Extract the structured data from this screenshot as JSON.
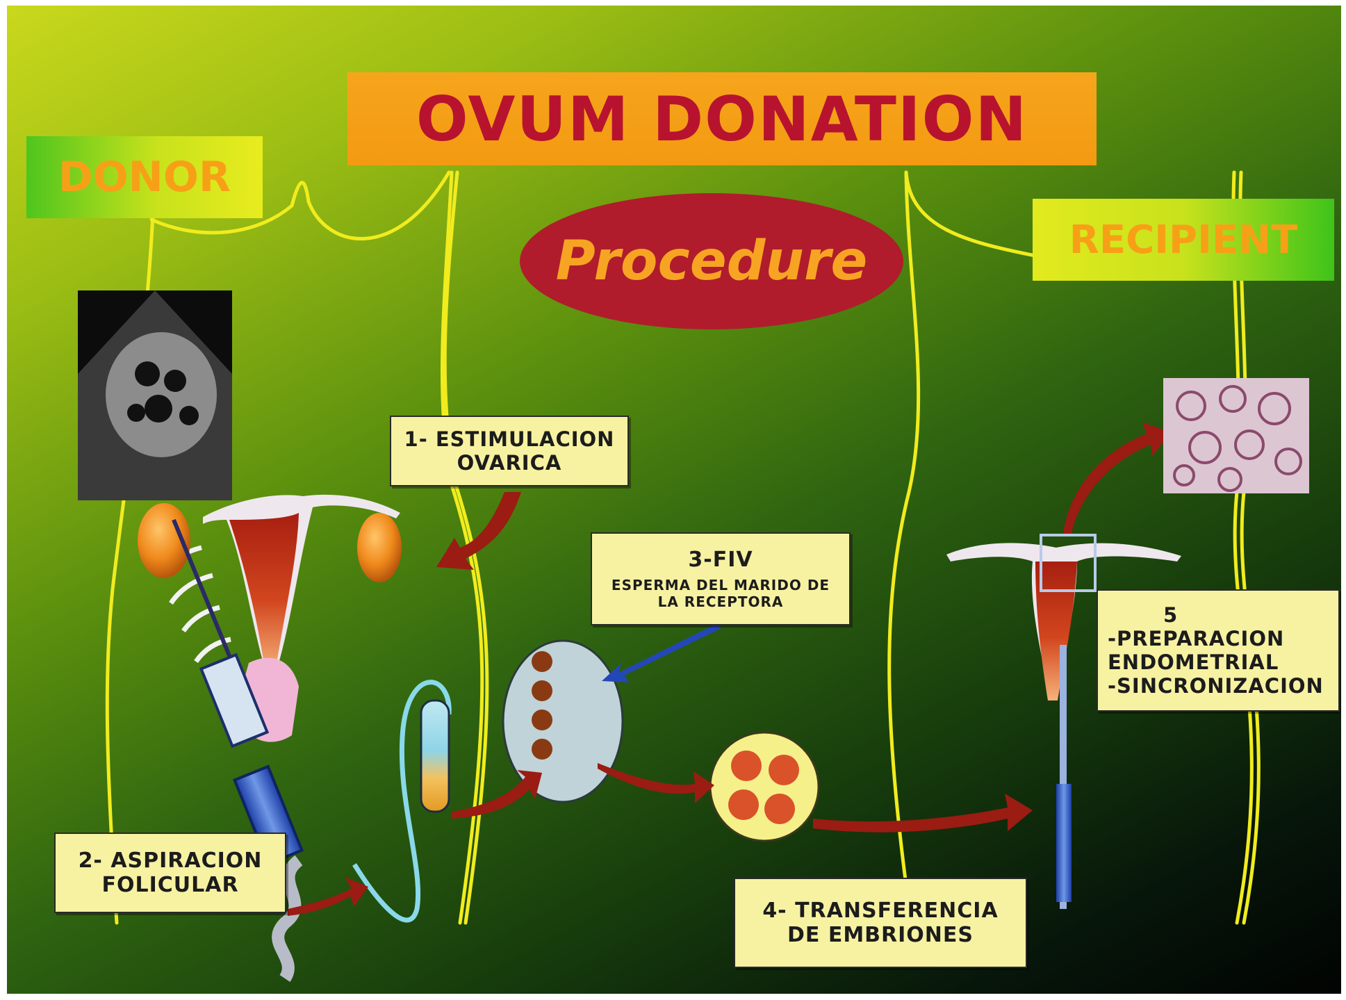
{
  "title": "OVUM DONATION",
  "subtitle": "Procedure",
  "donor_label": "DONOR",
  "recipient_label": "RECIPIENT",
  "steps": {
    "step1": {
      "line1": "1- ESTIMULACION",
      "line2": "OVARICA"
    },
    "step2": {
      "line1": "2- ASPIRACION",
      "line2": "FOLICULAR"
    },
    "step3": {
      "title": "3-FIV",
      "line1": "ESPERMA DEL MARIDO DE",
      "line2": "LA RECEPTORA"
    },
    "step4": {
      "line1": "4- TRANSFERENCIA",
      "line2": "DE EMBRIONES"
    },
    "step5": {
      "number": "5",
      "line1": "-PREPARACION",
      "line2": "ENDOMETRIAL",
      "line3": "-SINCRONIZACION"
    }
  },
  "colors": {
    "title_bg": "#f39a12",
    "title_text": "#b8132e",
    "procedure_bg": "#b01c2c",
    "procedure_text": "#f7a423",
    "side_label_text": "#f7a017",
    "step_label_bg": "#f7f2a2",
    "body_outline": "#f1ec1e",
    "arrow": "#9a1c12",
    "blue_arrow": "#2447b8"
  },
  "icons": [
    "ultrasound-image",
    "uterus-illustration",
    "aspiration-needle",
    "test-tube",
    "petri-dish",
    "embryo-dish",
    "transfer-catheter",
    "endometrium-histology-image"
  ]
}
